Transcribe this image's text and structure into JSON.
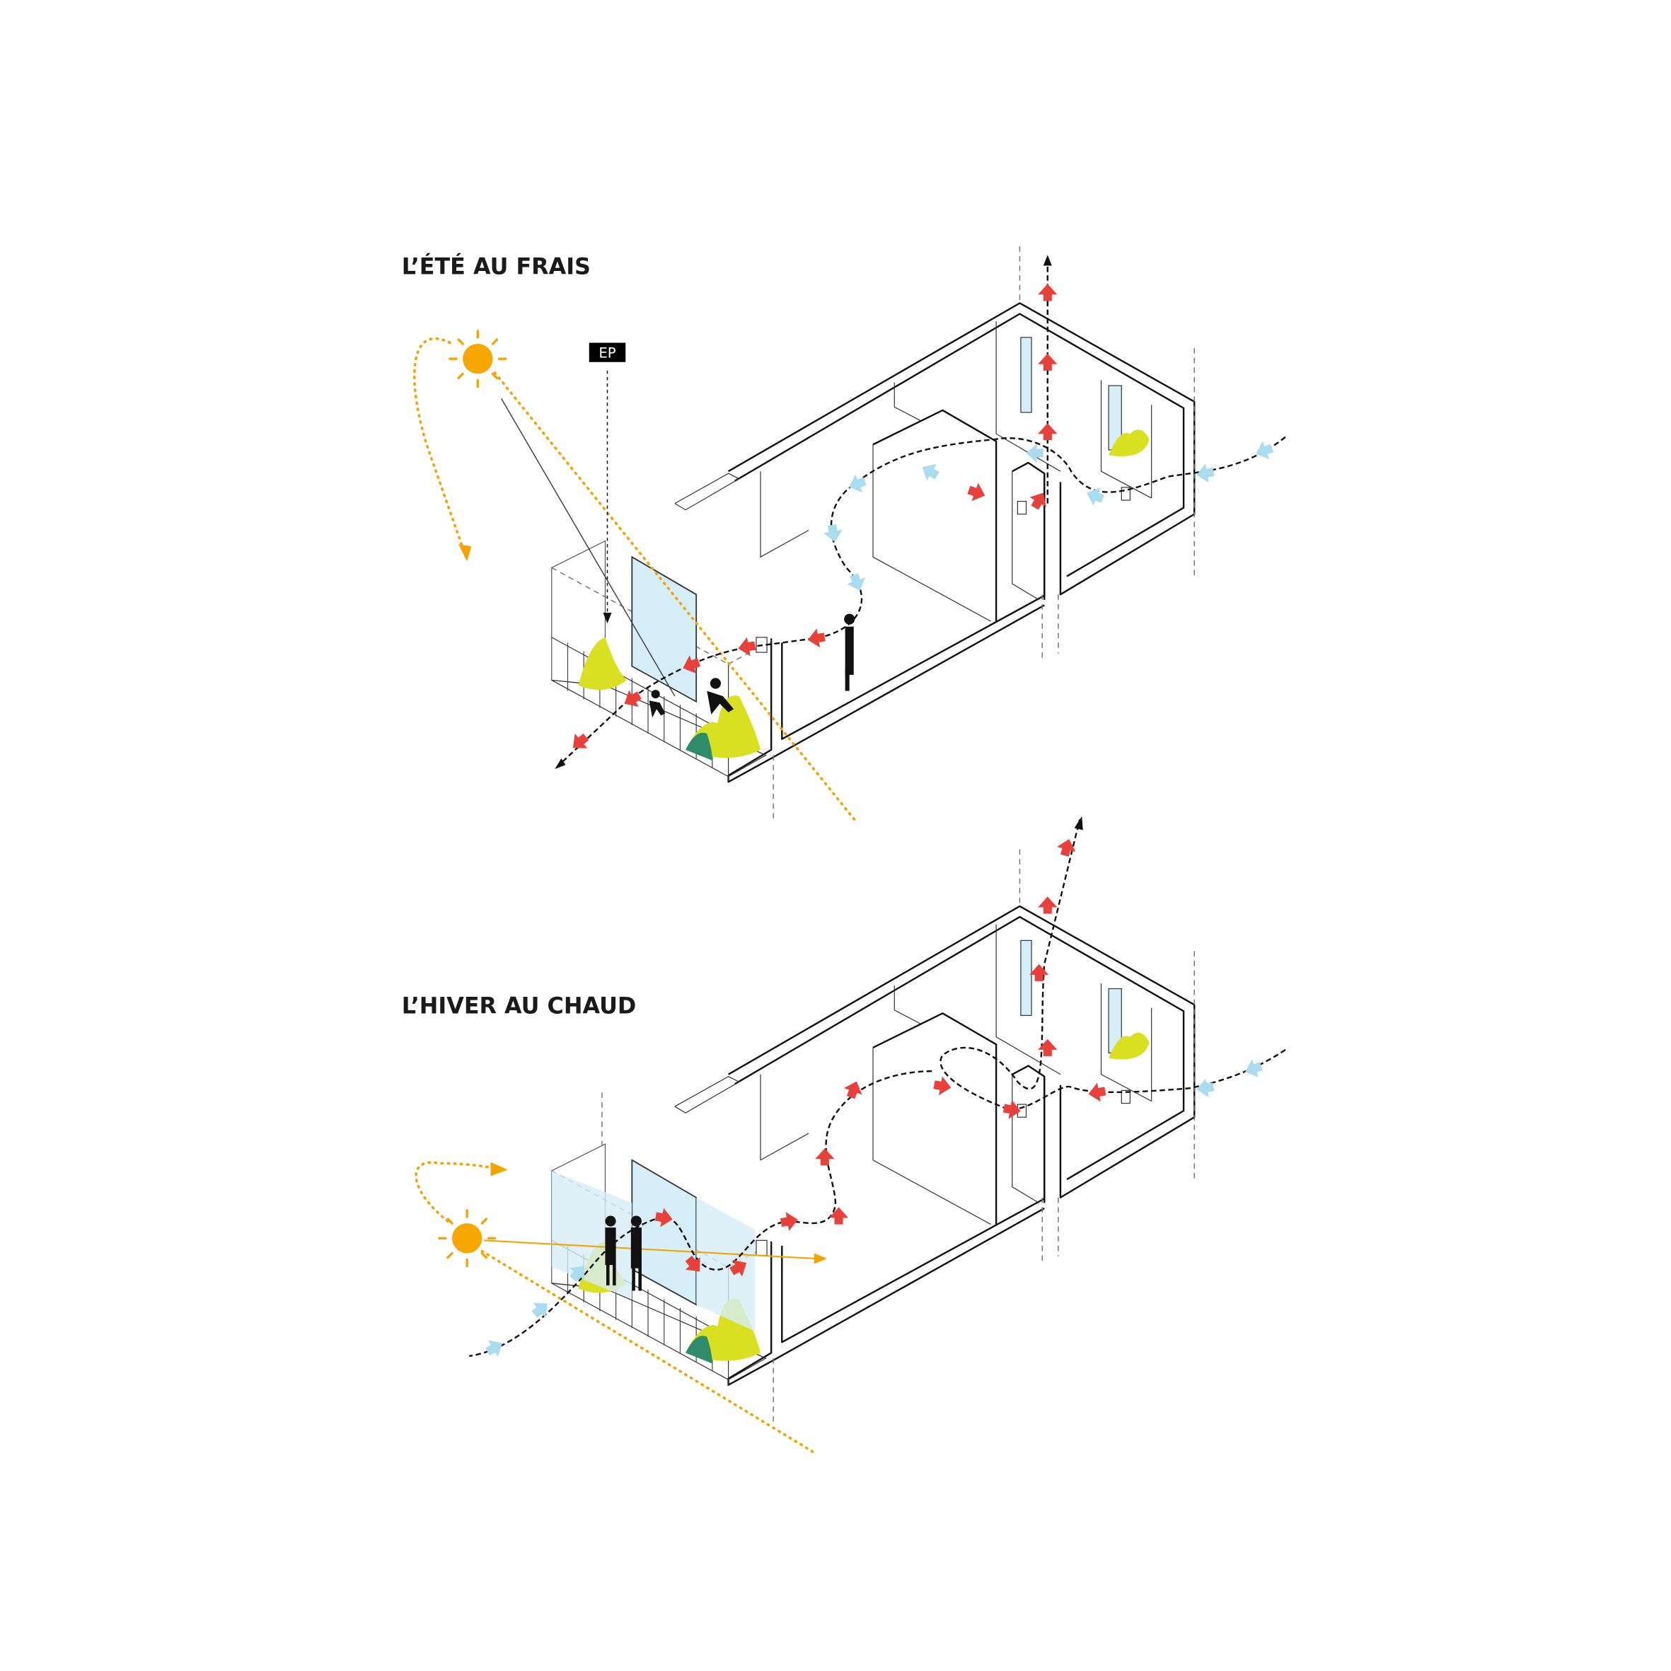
{
  "diagrams": [
    {
      "title": "L’ÉTÉ AU FRAIS",
      "label": "EP"
    },
    {
      "title": "L’HIVER AU CHAUD"
    }
  ],
  "colors": {
    "sun": "#f7a800",
    "warm_air": "#e8413c",
    "cool_air": "#a9dcef",
    "glass": "#d6eef8",
    "plants": "#d9e021",
    "plants_dark": "#2f8c6a",
    "lines": "#111111"
  }
}
